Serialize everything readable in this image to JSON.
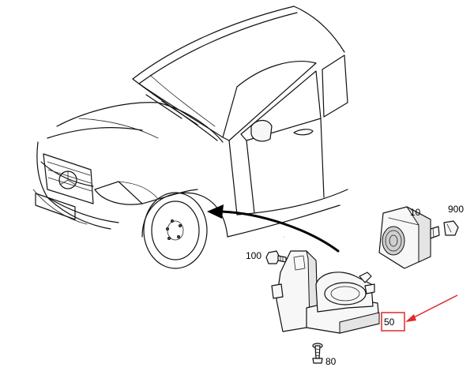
{
  "callouts": {
    "part_10": "10",
    "part_900": "900",
    "part_100": "100",
    "part_50": "50",
    "part_80": "80"
  },
  "highlight": {
    "color": "#e0282a",
    "target": "50"
  }
}
